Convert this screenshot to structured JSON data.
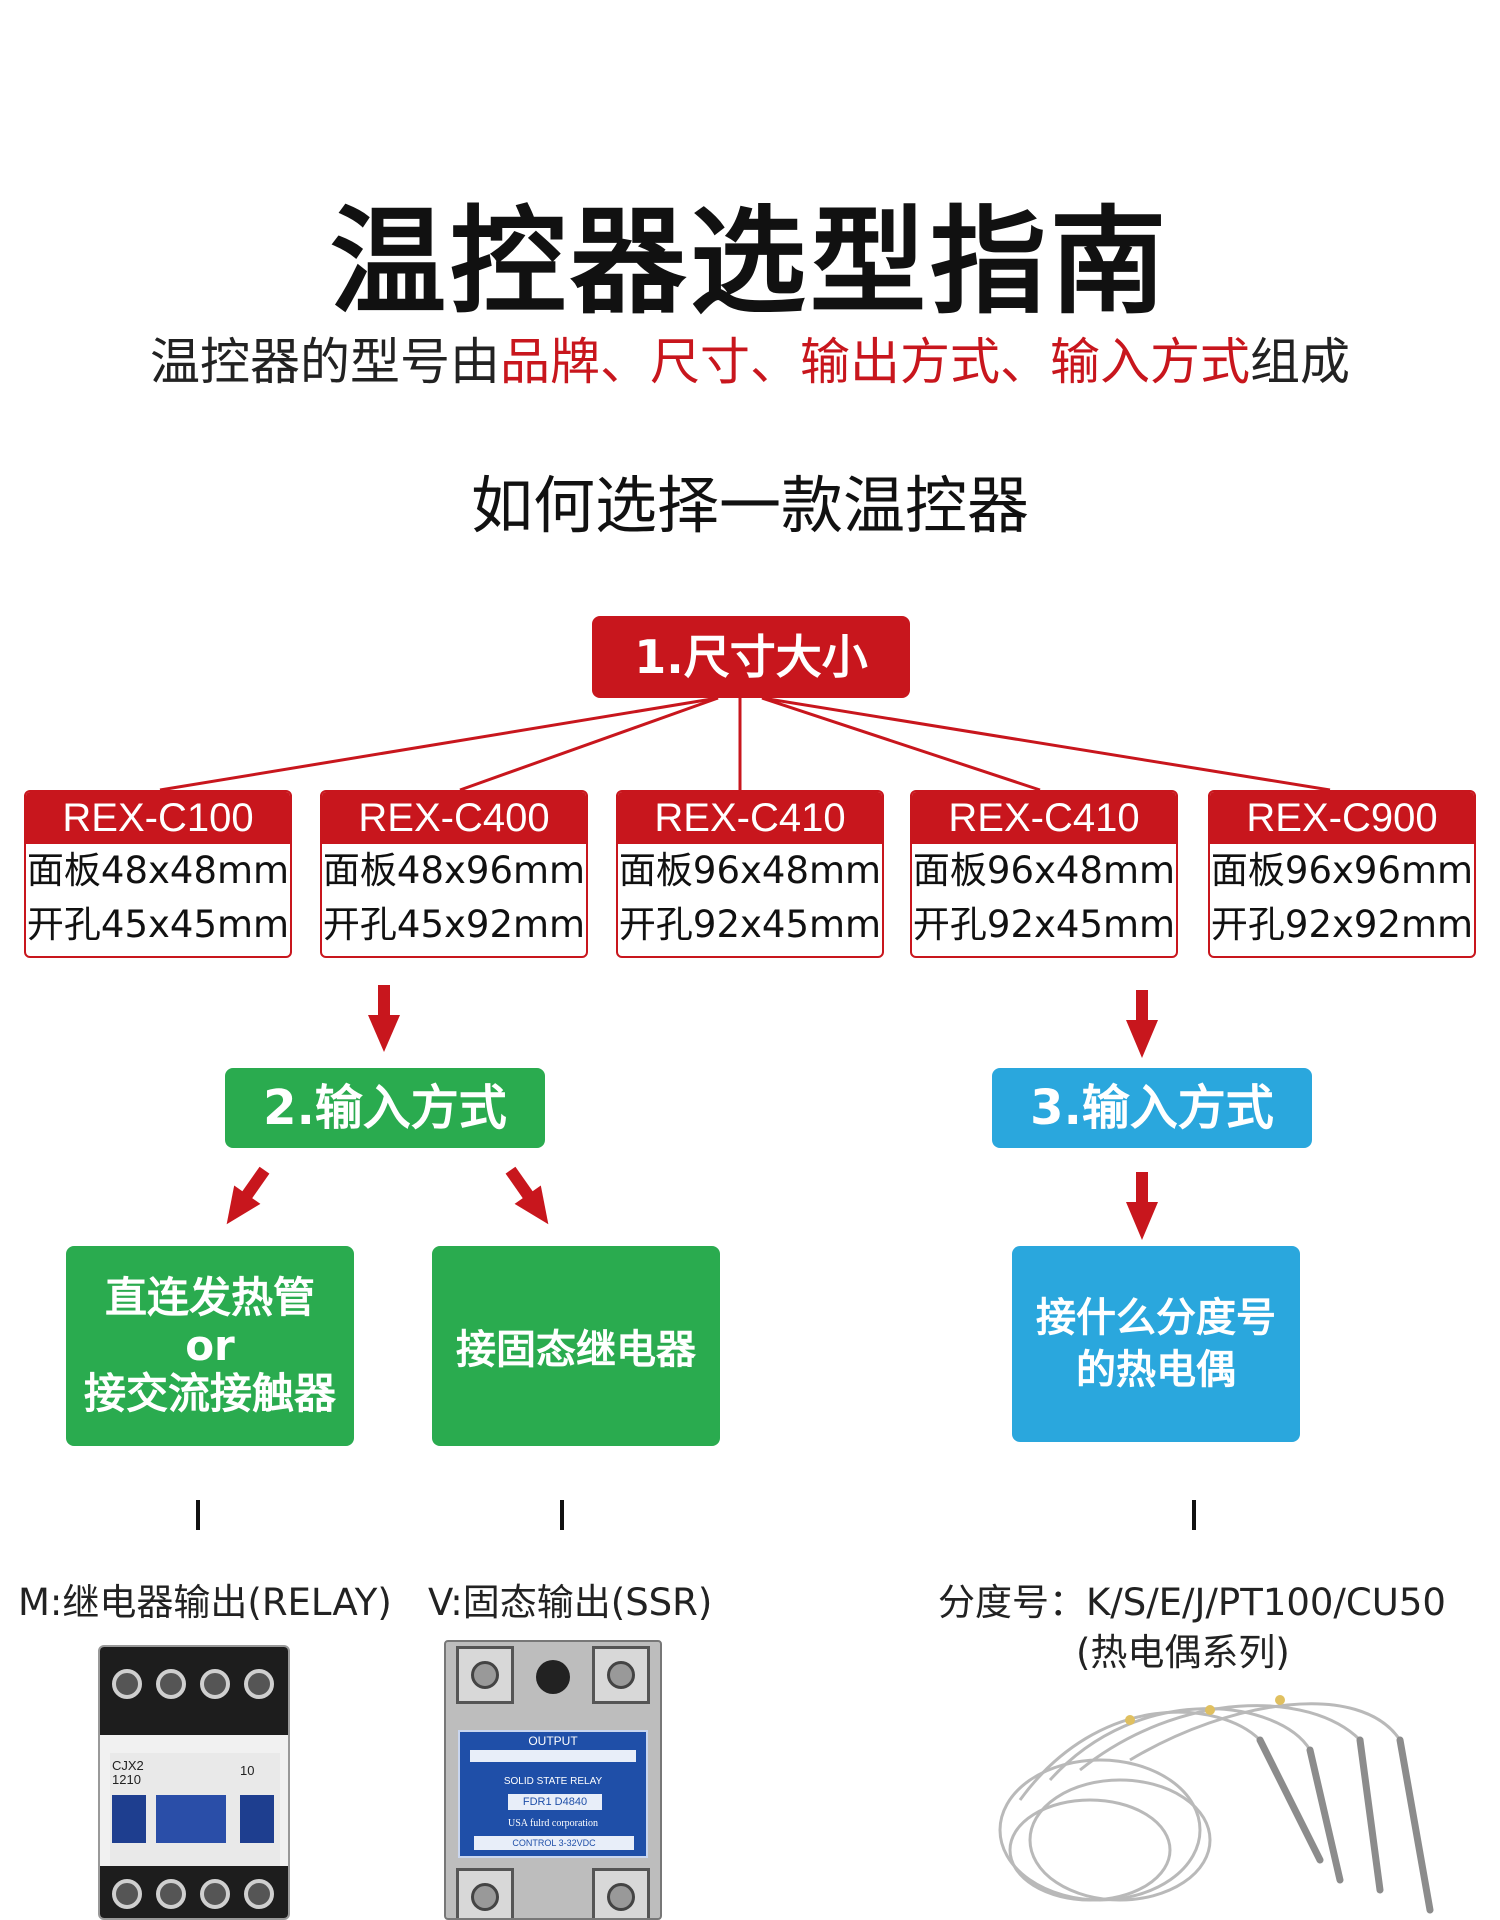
{
  "title": "温控器选型指南",
  "subtitle": {
    "prefix": "温控器的型号由",
    "brand": "品牌",
    "sep1": "、",
    "size": "尺寸",
    "sep2": "、",
    "output": "输出方式",
    "sep3": "、",
    "input": "输入方式",
    "suffix": "组成"
  },
  "subtitle2": "如何选择一款温控器",
  "step1": "1.尺寸大小",
  "models": [
    {
      "name": "REX-C100",
      "panel": "面板48x48mm",
      "cutout": "开孔45x45mm"
    },
    {
      "name": "REX-C400",
      "panel": "面板48x96mm",
      "cutout": "开孔45x92mm"
    },
    {
      "name": "REX-C410",
      "panel": "面板96x48mm",
      "cutout": "开孔92x45mm"
    },
    {
      "name": "REX-C410",
      "panel": "面板96x48mm",
      "cutout": "开孔92x45mm"
    },
    {
      "name": "REX-C900",
      "panel": "面板96x96mm",
      "cutout": "开孔92x92mm"
    }
  ],
  "step2": "2.输入方式",
  "step3": "3.输入方式",
  "options": {
    "direct": {
      "line1": "直连发热管",
      "line2": "or",
      "line3": "接交流接触器"
    },
    "ssr": "接固态继电器",
    "thermocouple": {
      "line1": "接什么分度号",
      "line2": "的热电偶"
    }
  },
  "captions": {
    "relay": "M:继电器输出(RELAY)",
    "ssr": "V:固态输出(SSR)",
    "tc": "分度号：K/S/E/J/PT100/CU50",
    "tc_series": "(热电偶系列)"
  },
  "product_labels": {
    "relay_model": "CJX2 1210",
    "relay_rating": "10",
    "ssr_output": "OUTPUT",
    "ssr_type": "SOLID STATE RELAY",
    "ssr_model": "FDR1 D4840",
    "ssr_maker": "USA fulrd corporation",
    "ssr_control": "CONTROL 3-32VDC"
  },
  "colors": {
    "red": "#c8161d",
    "green": "#2aab4f",
    "blue": "#2aa7dd"
  }
}
